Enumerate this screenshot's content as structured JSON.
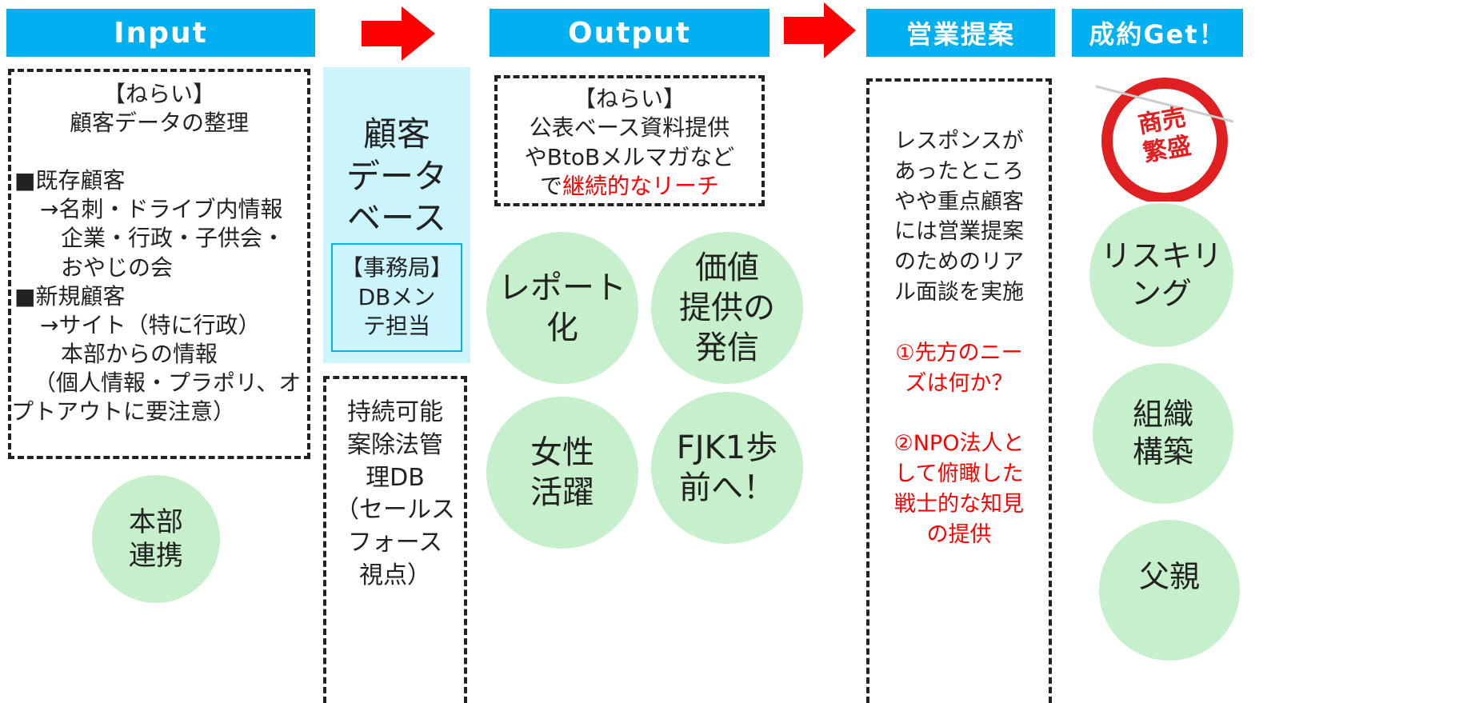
{
  "colors": {
    "header": "#00b0f0",
    "arrow": "#ff0000",
    "circle": "#c6f0cb",
    "db_panel": "#ccf4fc",
    "emphasis": "#ff0000"
  },
  "headers": {
    "input": "Input",
    "output": "Output",
    "sales": "営業提案",
    "contract": "成約Get！"
  },
  "input_box": {
    "lines": [
      "【ねらい】",
      "顧客データの整理",
      "",
      "■既存顧客",
      "→名刺・ドライブ内情報",
      "企業・行政・子供会・",
      "おやじの会",
      "■新規顧客",
      "→サイト（特に行政）",
      "本部からの情報",
      "（個人情報・プラポリ、オ",
      "プトアウトに要注意）"
    ]
  },
  "input_circle": "本部\n連携",
  "db_panel": {
    "title": "顧客\nデータ\nベース",
    "staff": "【事務局】\nDBメン\nテ担当"
  },
  "db_box": "持続可能\n案除法管\n理DB\n（セールス\nフォース\n視点）",
  "output_box": {
    "line1": "【ねらい】",
    "line2": "公表ベース資料提供",
    "line3": "やBtoBメルマガなど",
    "line4_prefix": "で",
    "line4_red": "継続的なリーチ"
  },
  "output_circles": {
    "report": "レポート\n化",
    "value": "価値\n提供の\n発信",
    "women": "女性\n活躍",
    "fjk": "FJK1歩\n前へ！"
  },
  "sales_box": {
    "body": "レスポンスが\nあったところ\nやや重点顧客\nには営業提案\nのためのリア\nル面談を実施",
    "point1": "①先方のニー\nズは何か？",
    "point2": "②NPO法人と\nして俯瞰した\n戦士的な知見\nの提供"
  },
  "stamp": "商売\n繁盛",
  "contract_circles": {
    "reskill": "リスキリ\nング",
    "org": "組織\n構築",
    "father": "父親"
  }
}
